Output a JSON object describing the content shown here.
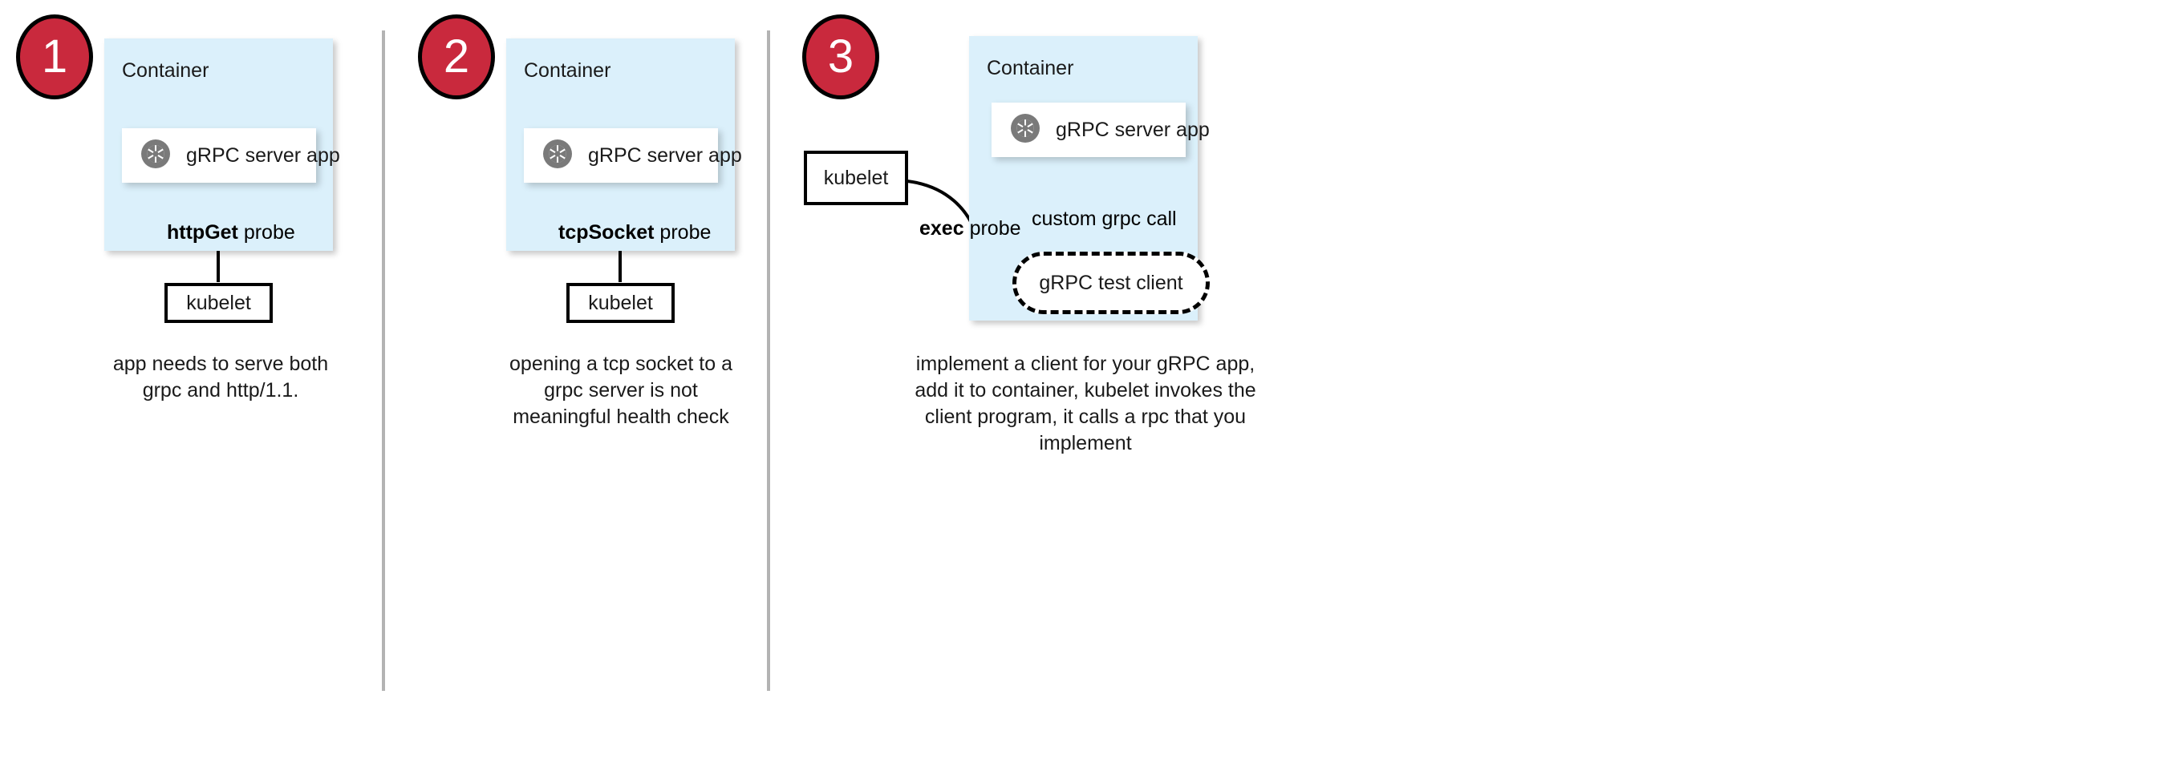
{
  "diagram": {
    "title_present": false,
    "colors": {
      "badge_fill": "#c9293d",
      "badge_text": "#ffffff",
      "badge_stroke": "#000000",
      "container_fill": "#dbf0fb",
      "app_box_fill": "#ffffff",
      "icon_gray": "#7a7a7a",
      "divider": "#b3b3b3",
      "stroke": "#000000"
    },
    "icons": {
      "grpc": "grpc-aperture-icon"
    },
    "panels": [
      {
        "id": "panel-1",
        "badge": "1",
        "container_label": "Container",
        "app_label": "gRPC server app",
        "probe_label_bold": "httpGet",
        "probe_label_rest": " probe",
        "kubelet_label": "kubelet",
        "caption": "app needs to serve both grpc and http/1.1."
      },
      {
        "id": "panel-2",
        "badge": "2",
        "container_label": "Container",
        "app_label": "gRPC server app",
        "probe_label_bold": "tcpSocket",
        "probe_label_rest": " probe",
        "kubelet_label": "kubelet",
        "caption": "opening a tcp socket to a grpc server is not meaningful health check"
      },
      {
        "id": "panel-3",
        "badge": "3",
        "container_label": "Container",
        "app_label": "gRPC server app",
        "probe_label_bold": "exec",
        "probe_label_rest": " probe",
        "kubelet_label": "kubelet",
        "client_label": "gRPC test client",
        "call_label": "custom grpc call",
        "caption": "implement a client for your gRPC app, add it to container, kubelet invokes the client program, it calls a rpc that you implement"
      }
    ]
  }
}
